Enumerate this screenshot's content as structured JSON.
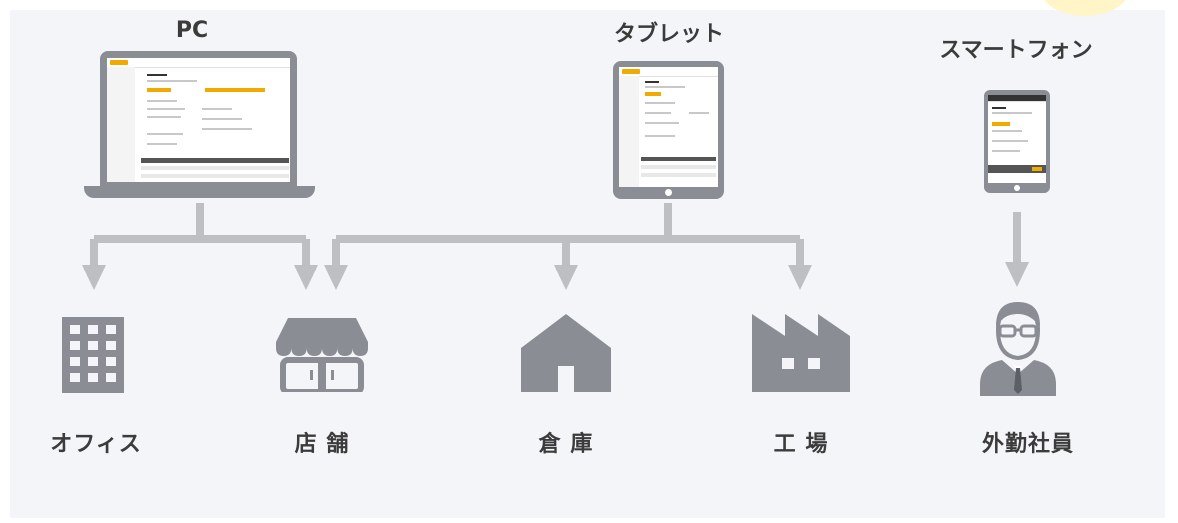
{
  "devices": {
    "pc": "PC",
    "tablet": "タブレット",
    "smartphone": "スマートフォン"
  },
  "destinations": {
    "office": "オフィス",
    "store": "店 舗",
    "warehouse": "倉 庫",
    "factory": "工 場",
    "field_staff": "外勤社員"
  },
  "colors": {
    "background": "#f3f5f9",
    "icon_gray": "#8a8e94",
    "connector_gray": "#bdbfc3",
    "label": "#3b3b3b",
    "accent": "#f2a900"
  },
  "icons": [
    "laptop-icon",
    "tablet-icon",
    "smartphone-icon",
    "office-building-icon",
    "storefront-icon",
    "warehouse-icon",
    "factory-icon",
    "businessman-icon"
  ]
}
